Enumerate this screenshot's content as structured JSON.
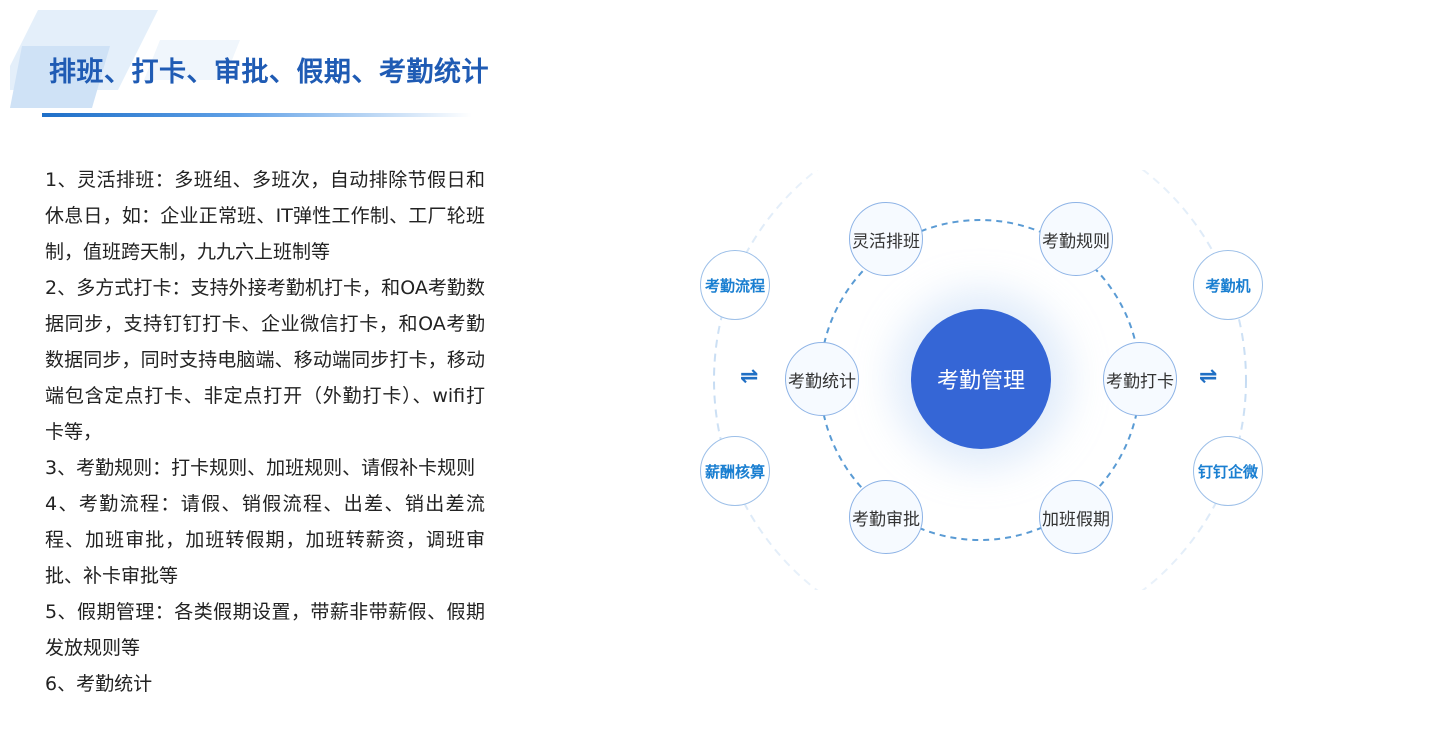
{
  "title": "排班、打卡、审批、假期、考勤统计",
  "features": [
    "1、灵活排班：多班组、多班次，自动排除节假日和休息日，如：企业正常班、IT弹性工作制、工厂轮班制，值班跨天制，九九六上班制等",
    "2、多方式打卡：支持外接考勤机打卡，和OA考勤数据同步，支持钉钉打卡、企业微信打卡，和OA考勤数据同步，同时支持电脑端、移动端同步打卡，移动端包含定点打卡、非定点打开（外勤打卡）、wifi打卡等，",
    "3、考勤规则：打卡规则、加班规则、请假补卡规则",
    "4、考勤流程：请假、销假流程、出差、销出差流程、加班审批，加班转假期，加班转薪资，调班审批、补卡审批等",
    "5、假期管理：各类假期设置，带薪非带薪假、假期发放规则等",
    "6、考勤统计"
  ],
  "diagram": {
    "center": "考勤管理",
    "inner_nodes": [
      "灵活排班",
      "考勤规则",
      "考勤统计",
      "考勤打卡",
      "考勤审批",
      "加班假期"
    ],
    "left_nodes": [
      "考勤流程",
      "薪酬核算"
    ],
    "right_nodes": [
      "考勤机",
      "钉钉企微"
    ],
    "exchange_symbol": "⇌"
  }
}
